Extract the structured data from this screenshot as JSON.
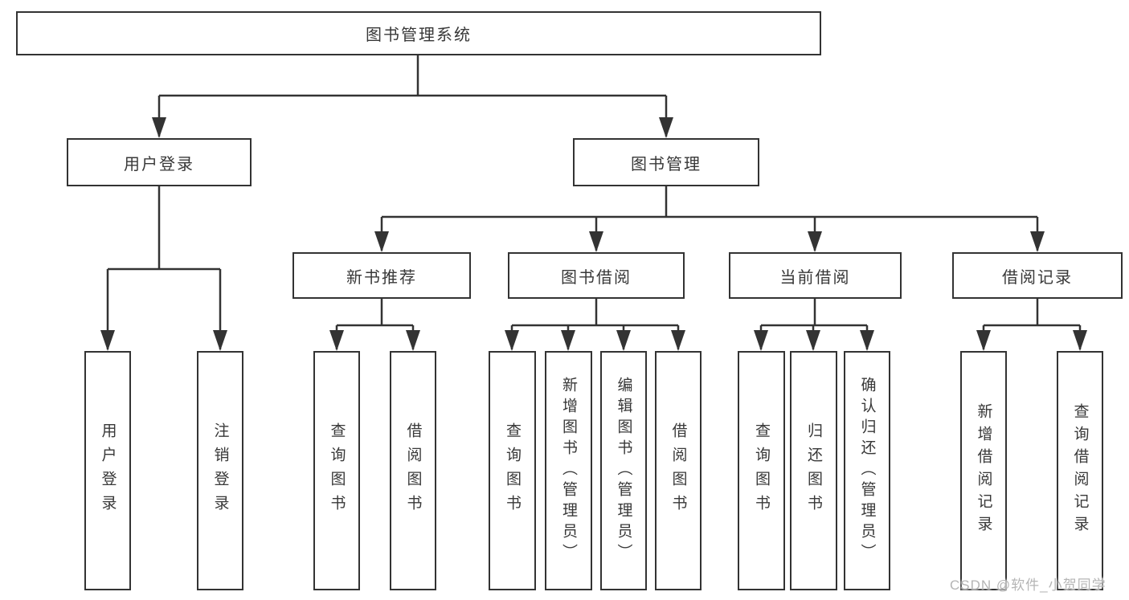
{
  "tree": {
    "root": {
      "label": "图书管理系统",
      "children": [
        {
          "label": "用户登录",
          "children": [
            {
              "label": "用户登录"
            },
            {
              "label": "注销登录"
            }
          ]
        },
        {
          "label": "图书管理",
          "children": [
            {
              "label": "新书推荐",
              "children": [
                {
                  "label": "查询图书"
                },
                {
                  "label": "借阅图书"
                }
              ]
            },
            {
              "label": "图书借阅",
              "children": [
                {
                  "label": "查询图书"
                },
                {
                  "label": "新增图书（管理员）"
                },
                {
                  "label": "编辑图书（管理员）"
                },
                {
                  "label": "借阅图书"
                }
              ]
            },
            {
              "label": "当前借阅",
              "children": [
                {
                  "label": "查询图书"
                },
                {
                  "label": "归还图书"
                },
                {
                  "label": "确认归还（管理员）"
                }
              ]
            },
            {
              "label": "借阅记录",
              "children": [
                {
                  "label": "新增借阅记录"
                },
                {
                  "label": "查询借阅记录"
                }
              ]
            }
          ]
        }
      ]
    }
  },
  "watermark": {
    "text": "CSDN @软件_小贺同学"
  },
  "colors": {
    "line": "#333333",
    "box_border": "#333333",
    "text": "#383838",
    "background": "#ffffff",
    "watermark": "#b5b5b5"
  }
}
